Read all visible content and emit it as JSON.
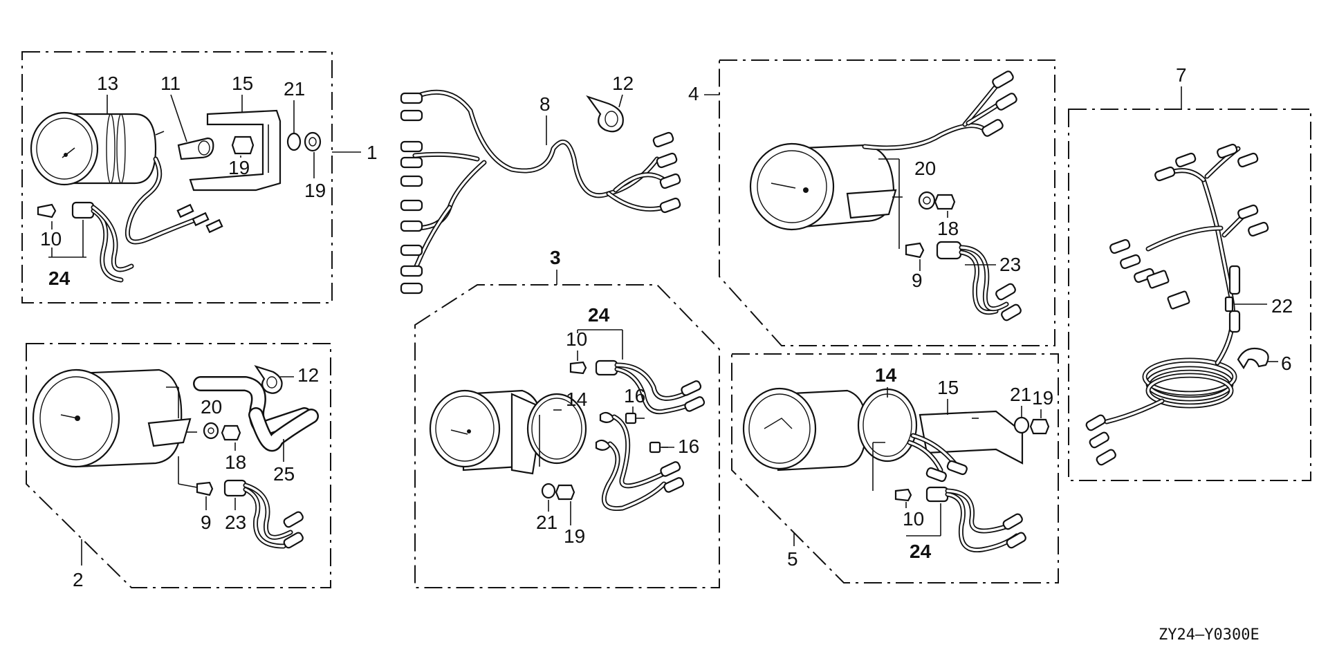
{
  "diagram_code": "ZY24—Y0300E",
  "groups": [
    {
      "id": "1",
      "title": "1",
      "parts": [
        "13",
        "11",
        "15",
        "21",
        "19",
        "19",
        "10",
        "24"
      ]
    },
    {
      "id": "2",
      "title": "2",
      "parts": [
        "20",
        "18",
        "12",
        "25",
        "9",
        "23"
      ]
    },
    {
      "id": "3",
      "title": "3",
      "parts": [
        "24",
        "10",
        "14",
        "16",
        "16",
        "21",
        "19"
      ]
    },
    {
      "id": "4",
      "title": "4",
      "parts": [
        "20",
        "18",
        "9",
        "23"
      ]
    },
    {
      "id": "5",
      "title": "5",
      "parts": [
        "14",
        "15",
        "21",
        "19",
        "10",
        "24"
      ]
    },
    {
      "id": "7",
      "title": "7",
      "parts": [
        "22",
        "6"
      ]
    },
    {
      "id": "8",
      "title": "8",
      "parts": [
        "12"
      ]
    }
  ],
  "labels": {
    "g1_13": "13",
    "g1_11": "11",
    "g1_15": "15",
    "g1_21": "21",
    "g1_1": "1",
    "g1_19a": "19",
    "g1_19b": "19",
    "g1_10": "10",
    "g1_24": "24",
    "g8_8": "8",
    "g8_12": "12",
    "g4_4": "4",
    "g4_20": "20",
    "g4_18": "18",
    "g4_9": "9",
    "g4_23": "23",
    "g7_7": "7",
    "g7_22": "22",
    "g7_6": "6",
    "g2_12": "12",
    "g2_20": "20",
    "g2_18": "18",
    "g2_25": "25",
    "g2_9": "9",
    "g2_23": "23",
    "g2_2": "2",
    "g3_3": "3",
    "g3_24": "24",
    "g3_10": "10",
    "g3_14": "14",
    "g3_16a": "16",
    "g3_16b": "16",
    "g3_21": "21",
    "g3_19": "19",
    "g5_14": "14",
    "g5_15": "15",
    "g5_21": "21",
    "g5_19": "19",
    "g5_10": "10",
    "g5_24": "24",
    "g5_5": "5"
  }
}
